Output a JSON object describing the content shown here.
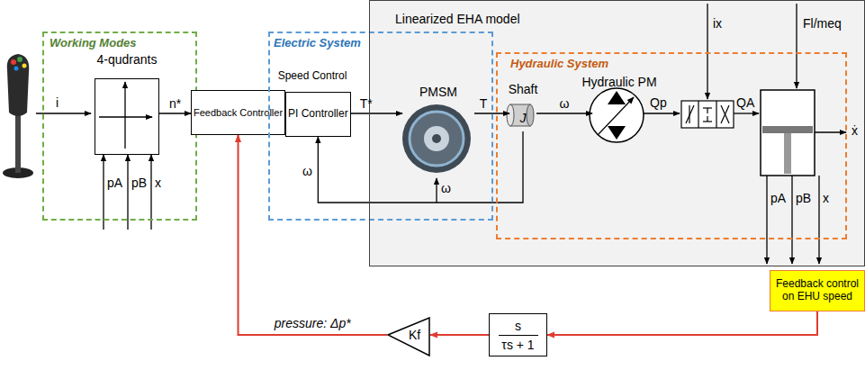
{
  "diagram": {
    "nodes": [
      {
        "text": [
          "Working Modes"
        ]
      },
      {
        "text": [
          "4-qudrants"
        ],
        "in": 0
      },
      {
        "text": [
          "Feedback Controller"
        ]
      },
      {
        "text": [
          "Electric System"
        ]
      },
      {
        "text": [
          "Speed Control",
          "PI Controller"
        ],
        "in": 3
      },
      {
        "text": [
          "Linearized EHA model"
        ]
      },
      {
        "text": [
          "PMSM"
        ],
        "in": 3
      },
      {
        "text": [
          "Hydraulic System"
        ],
        "in": 5
      },
      {
        "text": [
          "Shaft",
          "J"
        ],
        "in": 7
      },
      {
        "text": [
          "Hydraulic PM"
        ],
        "in": 7
      },
      {
        "text": [
          "Feedback control on EHU speed"
        ]
      },
      {
        "text": [
          "s",
          "τs + 1"
        ]
      },
      {
        "text": [
          "Kf"
        ]
      }
    ],
    "edges": [
      {
        "from": 1,
        "to": 2,
        "arrow": "to",
        "label": "n*"
      },
      {
        "from": 2,
        "to": 4,
        "arrow": "to"
      },
      {
        "from": 4,
        "to": 6,
        "arrow": "to",
        "label": "T*"
      },
      {
        "from": 6,
        "to": 8,
        "arrow": "to",
        "label": "T"
      },
      {
        "from": 8,
        "to": 9,
        "arrow": "to",
        "label": "ω"
      },
      {
        "from": 8,
        "to": 4,
        "arrow": "to",
        "label": "ω"
      },
      {
        "from": 10,
        "to": 11,
        "arrow": "to"
      },
      {
        "from": 11,
        "to": 12,
        "arrow": "to"
      },
      {
        "from": 12,
        "to": 2,
        "arrow": "to",
        "label": "pressure: Δp*"
      }
    ],
    "labels": [
      "i",
      "pA",
      "pB",
      "x",
      "ω",
      "Qp",
      "QA",
      "ix",
      "Fl/meq",
      "ẋ",
      "pA",
      "pB",
      "x"
    ]
  }
}
